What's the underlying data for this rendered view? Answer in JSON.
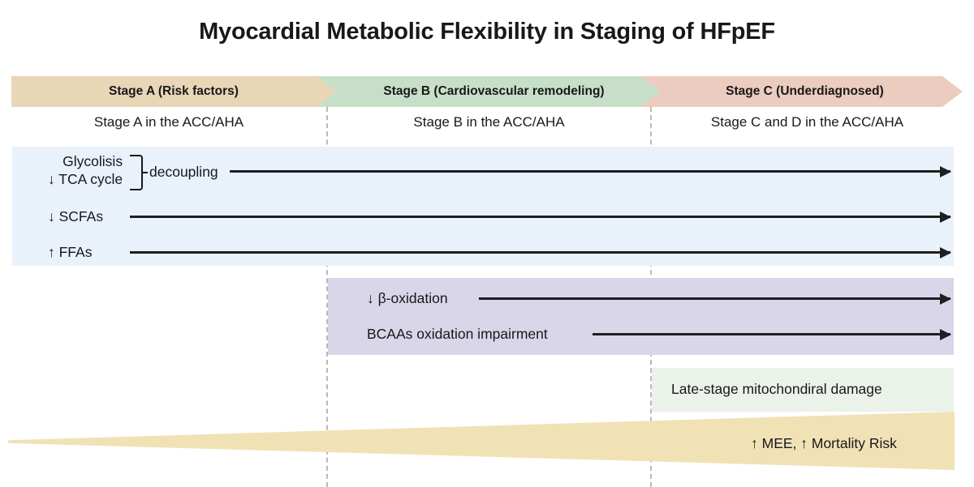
{
  "title": "Myocardial Metabolic Flexibility in Staging of HFpEF",
  "stages": [
    {
      "key": "a",
      "banner_label": "Stage A  (Risk factors)",
      "caption": "Stage A in the ACC/AHA",
      "color": "#E9D6B6"
    },
    {
      "key": "b",
      "banner_label": "Stage B  (Cardiovascular remodeling)",
      "caption": "Stage B in the ACC/AHA",
      "color": "#C7DFC9"
    },
    {
      "key": "c",
      "banner_label": "Stage C (Underdiagnosed)",
      "caption": "Stage C and D in the ACC/AHA",
      "color": "#EBCCBE"
    }
  ],
  "bands": {
    "blue": {
      "color": "#E9F1FB",
      "starts_at_stage": "a"
    },
    "purple": {
      "color": "#D9D6E9",
      "starts_at_stage": "b"
    },
    "green": {
      "color": "#EAF2E9",
      "starts_at_stage": "c"
    },
    "wedge": {
      "color": "#F1E2B6",
      "starts_at_stage": "a"
    }
  },
  "rows": {
    "glycolysis_line1": "Glycolisis",
    "glycolysis_line2": "↓ TCA cycle",
    "decoupling": "decoupling",
    "scfas": "↓ SCFAs",
    "ffas": "↑ FFAs",
    "beta_oxidation": "↓ β-oxidation",
    "bcaas": "BCAAs oxidation impairment",
    "late_stage": "Late-stage mitochondiral damage",
    "mee_mortality": "↑ MEE,  ↑ Mortality Risk"
  },
  "colors": {
    "text": "#17181a",
    "arrow": "#1d1f21",
    "divider": "#b9b9b9",
    "background": "#ffffff"
  }
}
